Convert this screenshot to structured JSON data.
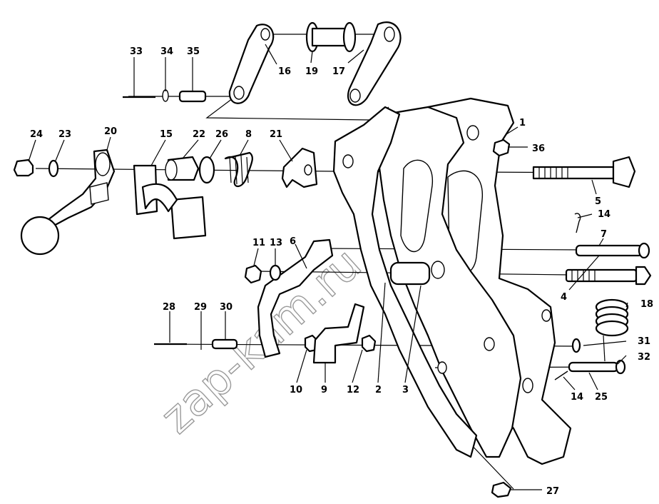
{
  "diagram": {
    "watermark": "zap-kam.ru",
    "part_numbers": {
      "p1": "1",
      "p2": "2",
      "p3": "3",
      "p4": "4",
      "p5": "5",
      "p6": "6",
      "p7": "7",
      "p8": "8",
      "p9": "9",
      "p10": "10",
      "p11": "11",
      "p12": "12",
      "p13": "13",
      "p14a": "14",
      "p14b": "14",
      "p15": "15",
      "p16": "16",
      "p17": "17",
      "p18": "18",
      "p19": "19",
      "p20": "20",
      "p21": "21",
      "p22": "22",
      "p23": "23",
      "p24": "24",
      "p25": "25",
      "p26": "26",
      "p27": "27",
      "p28": "28",
      "p29": "29",
      "p30": "30",
      "p31": "31",
      "p32": "32",
      "p33": "33",
      "p34": "34",
      "p35": "35",
      "p36": "36"
    }
  }
}
